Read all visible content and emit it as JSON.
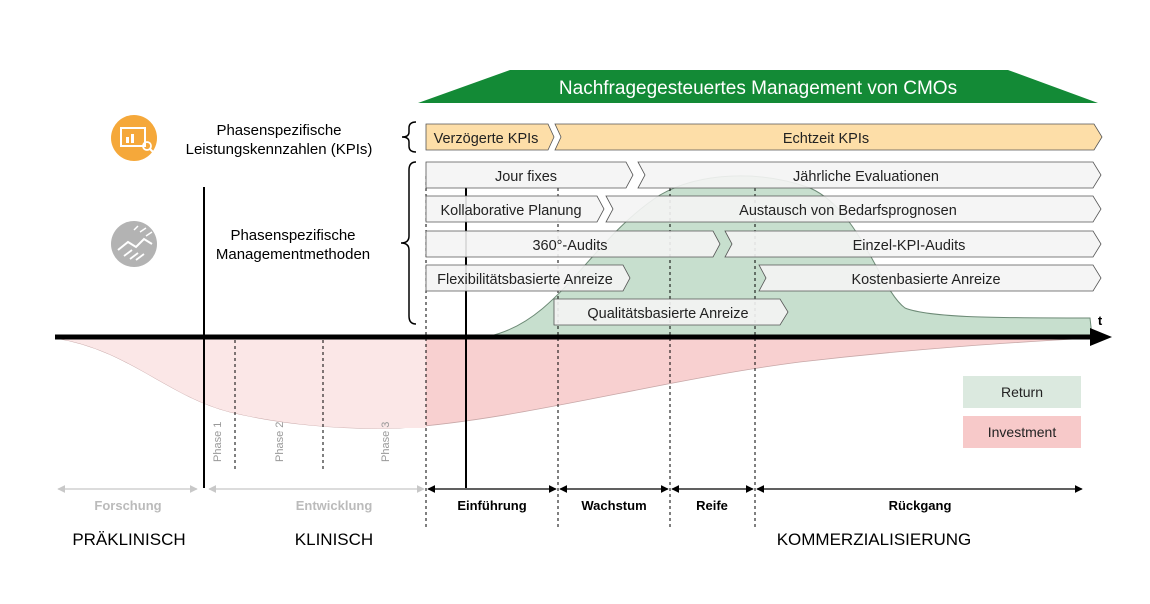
{
  "banner": {
    "title": "Nachfragegesteuertes Management von CMOs",
    "color": "#138a36"
  },
  "kpi_section": {
    "label_line1": "Phasenspezifische",
    "label_line2": "Leistungskennzahlen (KPIs)",
    "icon": "presentation-chart-icon",
    "icon_color": "#f5a83a",
    "bars": {
      "delayed": "Verzögerte KPIs",
      "realtime": "Echtzeit KPIs"
    }
  },
  "methods_section": {
    "label_line1": "Phasenspezifische",
    "label_line2": "Managementmethoden",
    "icon": "handshake-icon",
    "icon_color": "#b3b3b3",
    "bars": {
      "jour_fixes": "Jour fixes",
      "annual_evaluations": "Jährliche Evaluationen",
      "collaborative_planning": "Kollaborative Planung",
      "forecast_exchange": "Austausch von Bedarfsprognosen",
      "audits_360": "360°-Audits",
      "single_kpi_audits": "Einzel-KPI-Audits",
      "flexibility_incentives": "Flexibilitätsbasierte Anreize",
      "cost_incentives": "Kostenbasierte Anreize",
      "quality_incentives": "Qualitätsbasierte Anreize"
    }
  },
  "axis": {
    "time_label": "t"
  },
  "legend": {
    "return_label": "Return",
    "return_color": "#dbe9df",
    "investment_label": "Investment",
    "investment_color": "#f7c9c9"
  },
  "clinical_phases": {
    "phase1": "Phase 1",
    "phase2": "Phase 2",
    "phase3": "Phase 3"
  },
  "stages": {
    "research": "Forschung",
    "development": "Entwicklung",
    "introduction": "Einführung",
    "growth": "Wachstum",
    "maturity": "Reife",
    "decline": "Rückgang"
  },
  "categories": {
    "preclinical": "PRÄKLINISCH",
    "clinical": "KLINISCH",
    "commercialization": "KOMMERZIALISIERUNG"
  }
}
